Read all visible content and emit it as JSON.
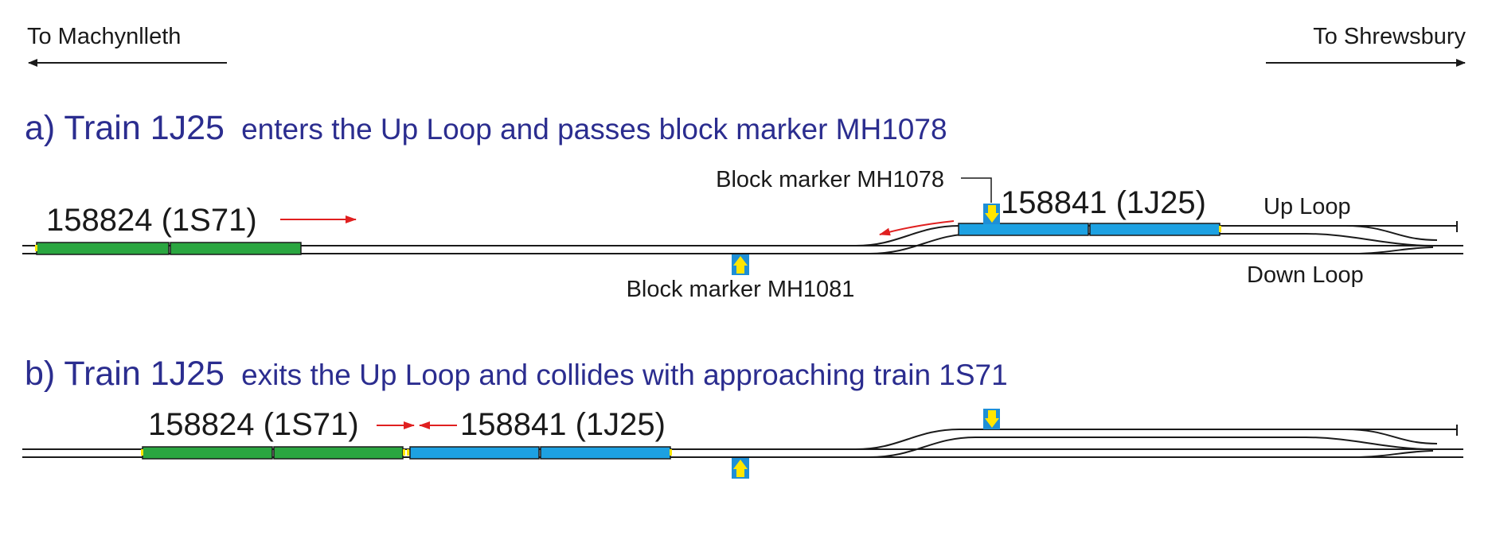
{
  "colors": {
    "heading": "#2b2d8f",
    "text": "#1a1a1a",
    "arrow_red": "#e02020",
    "train_green": "#2aa640",
    "train_blue": "#1da1e2",
    "marker_yellow": "#ffe600",
    "marker_blue": "#1e8fd6"
  },
  "directions": {
    "left": "To Machynlleth",
    "right": "To Shrewsbury"
  },
  "panel_a": {
    "title_prefix": "a) Train 1J25",
    "title_suffix": "enters the Up Loop and passes block marker MH1078",
    "marker_mh1078_label": "Block marker MH1078",
    "marker_mh1081_label": "Block marker MH1081",
    "train_1s71_label": "158824 (1S71)",
    "train_1j25_label": "158841 (1J25)",
    "up_loop_label": "Up Loop",
    "down_loop_label": "Down Loop"
  },
  "panel_b": {
    "title_prefix": "b) Train 1J25",
    "title_suffix": "exits the Up Loop and collides with approaching train 1S71",
    "train_1s71_label": "158824 (1S71)",
    "train_1j25_label": "158841 (1J25)"
  }
}
